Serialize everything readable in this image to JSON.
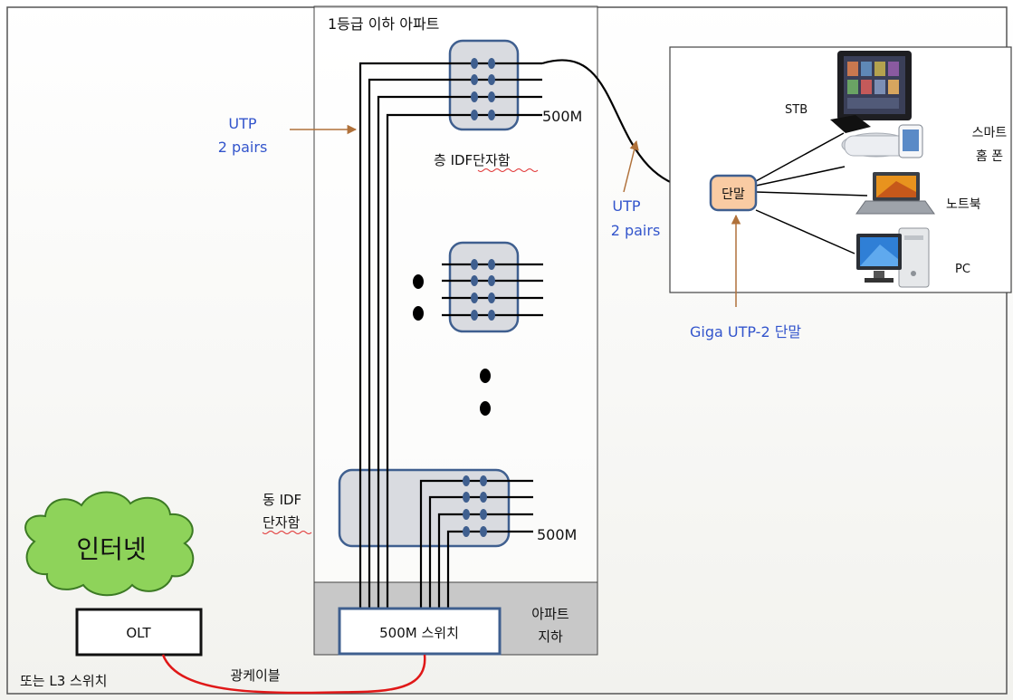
{
  "apartment_title": "1등급 이하 아파트",
  "floor_idf_label": "층 IDF단자함",
  "building_idf_label_line1": "동 IDF",
  "building_idf_label_line2": "단자함",
  "speed_label_upper": "500M",
  "speed_label_lower": "500M",
  "utp_left_line1": "UTP",
  "utp_left_line2": "2 pairs",
  "utp_right_line1": "UTP",
  "utp_right_line2": "2 pairs",
  "basement_label_line1": "아파트",
  "basement_label_line2": "지하",
  "switch_label": "500M 스위치",
  "internet_label": "인터넷",
  "olt_label": "OLT",
  "l3_label": "또는 L3 스위치",
  "fiber_label": "광케이블",
  "terminal_label": "단말",
  "giga_label": "Giga UTP-2 단말",
  "devices": {
    "stb": "STB",
    "smartphone_line1": "스마트",
    "smartphone_line2": "홈 폰",
    "laptop": "노트북",
    "pc": "PC"
  },
  "colors": {
    "blue_label": "#3355cc",
    "arrow": "#b0713a",
    "idf_fill": "#d9dbe0",
    "idf_stroke": "#3f5f8f",
    "terminal_fill": "#f9cba3",
    "cloud_fill": "#8ed35a",
    "fiber": "#e01818",
    "basement": "#c8c8c8"
  }
}
